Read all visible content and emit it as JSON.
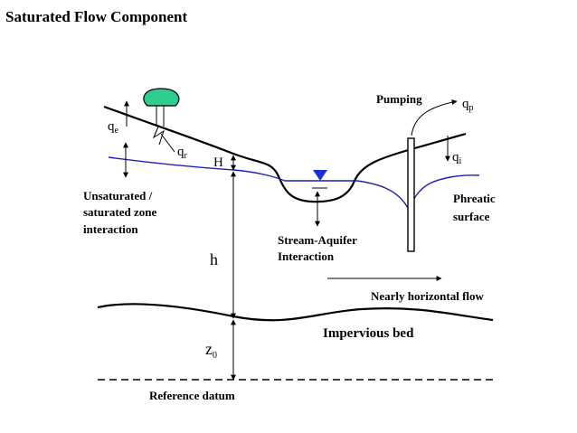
{
  "title": "Saturated Flow Component",
  "labels": {
    "unsaturated": [
      "Unsaturated /",
      "saturated zone",
      "interaction"
    ],
    "stream_aquifer": [
      "Stream-Aquifer",
      "Interaction"
    ],
    "phreatic": [
      "Phreatic",
      "surface"
    ],
    "pumping": "Pumping",
    "nearly_horizontal": "Nearly horizontal flow",
    "impervious": "Impervious bed",
    "reference": "Reference datum"
  },
  "symbols": {
    "qe": "q",
    "qe_sub": "e",
    "qr": "q",
    "qr_sub": "r",
    "qp": "q",
    "qp_sub": "p",
    "qi": "q",
    "qi_sub": "i",
    "H": "H",
    "h": "h",
    "z0": "z",
    "z0_sub": "0"
  },
  "colors": {
    "water_table": "#1f1fb0",
    "tree": "#2ecc8f",
    "stream_marker": "#1a2fd6",
    "line": "#000000"
  }
}
